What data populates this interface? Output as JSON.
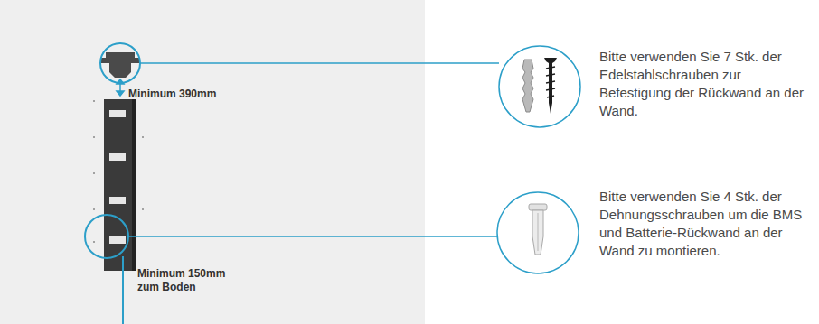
{
  "diagram": {
    "labels": [
      "Minimum 390mm",
      "Minimum 150mm zum Boden",
      "Bitte verwenden Sie 7 Stk. der Edelstahlschrauben zur Befestigung der Rückwand an der Wand.",
      "Bitte verwenden Sie 4 Stk. der Dehnungsschrauben um die BMS und Batterie-Rückwand an der Wand zu montieren."
    ]
  }
}
